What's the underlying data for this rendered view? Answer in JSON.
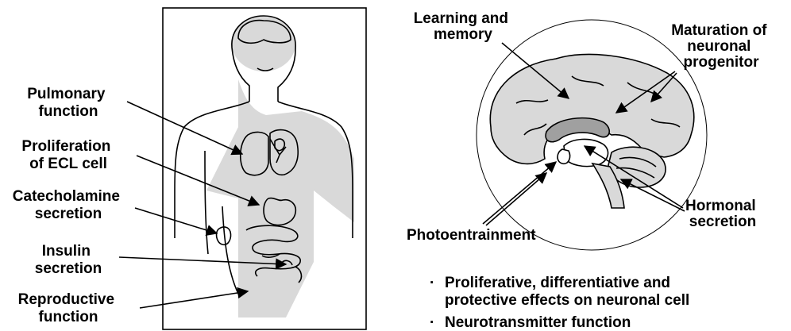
{
  "left_panel": {
    "labels": {
      "pulmonary": [
        "Pulmonary",
        "function"
      ],
      "ecl": [
        "Proliferation",
        "of ECL cell"
      ],
      "catecholamine": [
        "Catecholamine",
        "secretion"
      ],
      "insulin": [
        "Insulin",
        "secretion"
      ],
      "reproductive": [
        "Reproductive",
        "function"
      ]
    }
  },
  "right_panel": {
    "labels": {
      "learning": [
        "Learning and",
        "memory"
      ],
      "maturation": [
        "Maturation of",
        "neuronal",
        "progenitor"
      ],
      "hormonal": [
        "Hormonal",
        "secretion"
      ],
      "photo": [
        "Photoentrainment"
      ]
    },
    "bullets": [
      [
        "Proliferative, differentiative and",
        "protective effects on neuronal cell"
      ],
      [
        "Neurotransmitter function"
      ]
    ],
    "bullet_symbol": "·"
  },
  "colors": {
    "shade": "#d9d9d9",
    "line": "#000000"
  }
}
